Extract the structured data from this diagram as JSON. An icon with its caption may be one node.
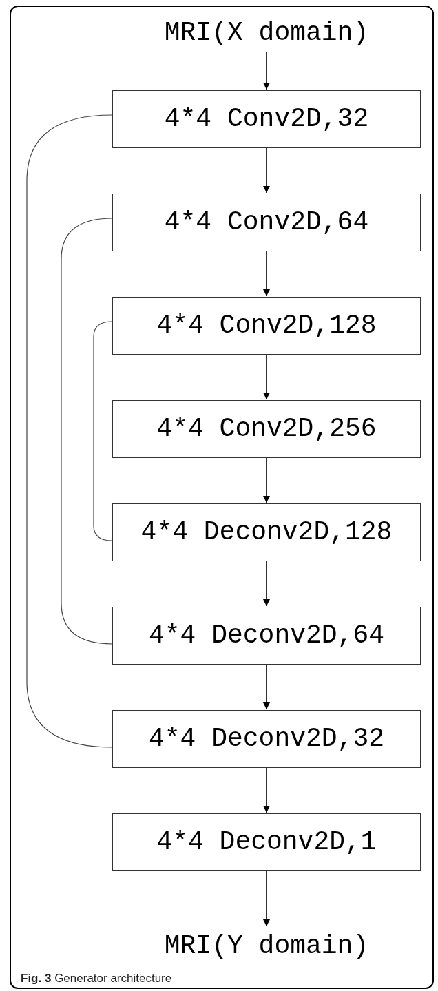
{
  "diagram": {
    "caption": "**Fig. 3** Generator architecture",
    "nodes": [
      {
        "text": [
          "MRI(X domain)"
        ]
      },
      {
        "text": [
          "4*4 Conv2D,32"
        ]
      },
      {
        "text": [
          "4*4 Conv2D,64"
        ]
      },
      {
        "text": [
          "4*4 Conv2D,128"
        ]
      },
      {
        "text": [
          "4*4 Conv2D,256"
        ]
      },
      {
        "text": [
          "4*4 Deconv2D,128"
        ]
      },
      {
        "text": [
          "4*4 Deconv2D,64"
        ]
      },
      {
        "text": [
          "4*4 Deconv2D,32"
        ]
      },
      {
        "text": [
          "4*4 Deconv2D,1"
        ]
      },
      {
        "text": [
          "MRI(Y domain)"
        ]
      }
    ],
    "edges": [
      {
        "from": 0,
        "to": 1,
        "arrow": "to"
      },
      {
        "from": 1,
        "to": 2,
        "arrow": "to"
      },
      {
        "from": 2,
        "to": 3,
        "arrow": "to"
      },
      {
        "from": 3,
        "to": 4,
        "arrow": "to"
      },
      {
        "from": 4,
        "to": 5,
        "arrow": "to"
      },
      {
        "from": 5,
        "to": 6,
        "arrow": "to"
      },
      {
        "from": 6,
        "to": 7,
        "arrow": "to"
      },
      {
        "from": 7,
        "to": 8,
        "arrow": "to"
      },
      {
        "from": 8,
        "to": 9,
        "arrow": "to"
      },
      {
        "from": 1,
        "to": 7,
        "arrow": "none"
      },
      {
        "from": 2,
        "to": 6,
        "arrow": "none"
      },
      {
        "from": 3,
        "to": 5,
        "arrow": "none"
      }
    ]
  }
}
